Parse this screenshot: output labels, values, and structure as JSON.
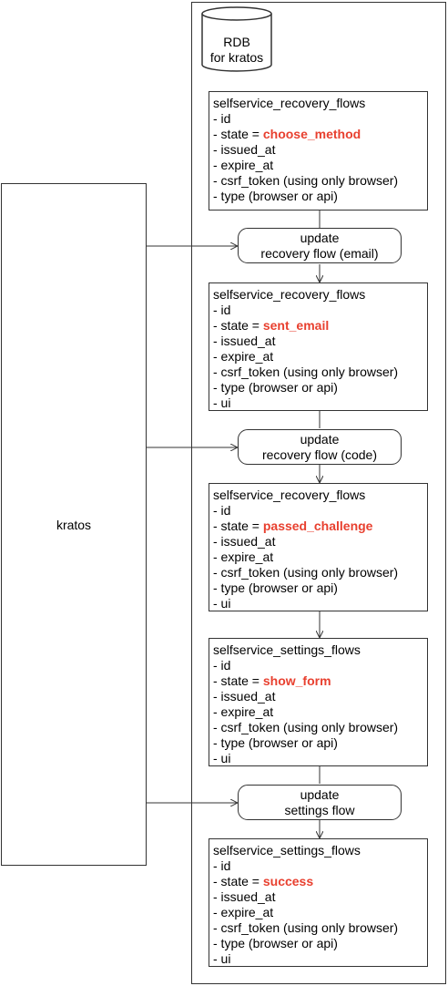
{
  "actor": {
    "label": "kratos"
  },
  "database": {
    "label_line1": "RDB",
    "label_line2": "for kratos"
  },
  "entities": [
    {
      "table": "selfservice_recovery_flows",
      "fields_before": [
        "- id"
      ],
      "state_prefix": "- state = ",
      "state": "choose_method",
      "fields_after": [
        "- issued_at",
        "- expire_at",
        "- csrf_token (using only browser)",
        "- type (browser or api)"
      ]
    },
    {
      "table": "selfservice_recovery_flows",
      "fields_before": [
        "- id"
      ],
      "state_prefix": "- state = ",
      "state": "sent_email",
      "fields_after": [
        "- issued_at",
        "- expire_at",
        "- csrf_token (using only browser)",
        "- type (browser or api)",
        "- ui"
      ]
    },
    {
      "table": "selfservice_recovery_flows",
      "fields_before": [
        "- id"
      ],
      "state_prefix": "- state = ",
      "state": "passed_challenge",
      "fields_after": [
        "- issued_at",
        "- expire_at",
        "- csrf_token (using only browser)",
        "- type (browser or api)",
        "- ui"
      ]
    },
    {
      "table": "selfservice_settings_flows",
      "fields_before": [
        "- id"
      ],
      "state_prefix": "- state = ",
      "state": "show_form",
      "fields_after": [
        "- issued_at",
        "- expire_at",
        "- csrf_token (using only browser)",
        "- type (browser or api)",
        "- ui"
      ]
    },
    {
      "table": "selfservice_settings_flows",
      "fields_before": [
        "- id"
      ],
      "state_prefix": "- state = ",
      "state": "success",
      "fields_after": [
        "- issued_at",
        "- expire_at",
        "- csrf_token (using only browser)",
        "- type (browser or api)",
        "- ui"
      ]
    }
  ],
  "actions": [
    {
      "line1": "update",
      "line2": "recovery flow (email)"
    },
    {
      "line1": "update",
      "line2": "recovery flow (code)"
    },
    {
      "line1": "update",
      "line2": "settings flow"
    }
  ],
  "colors": {
    "state_highlight": "#e8402f",
    "stroke": "#333333"
  }
}
